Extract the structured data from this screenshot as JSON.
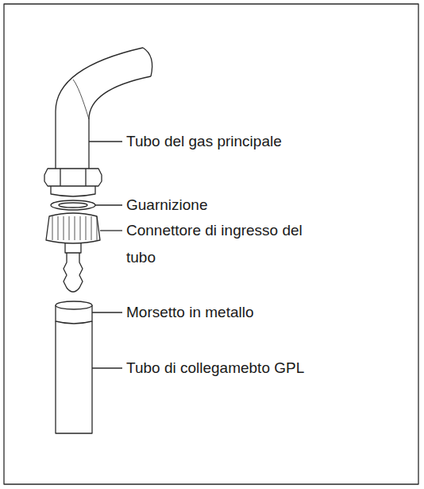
{
  "diagram": {
    "labels": [
      "Tubo del gas principale",
      "Guarnizione",
      "Connettore di ingresso del tubo",
      "Morsetto in metallo",
      "Tubo di collegamebto GPL"
    ]
  }
}
